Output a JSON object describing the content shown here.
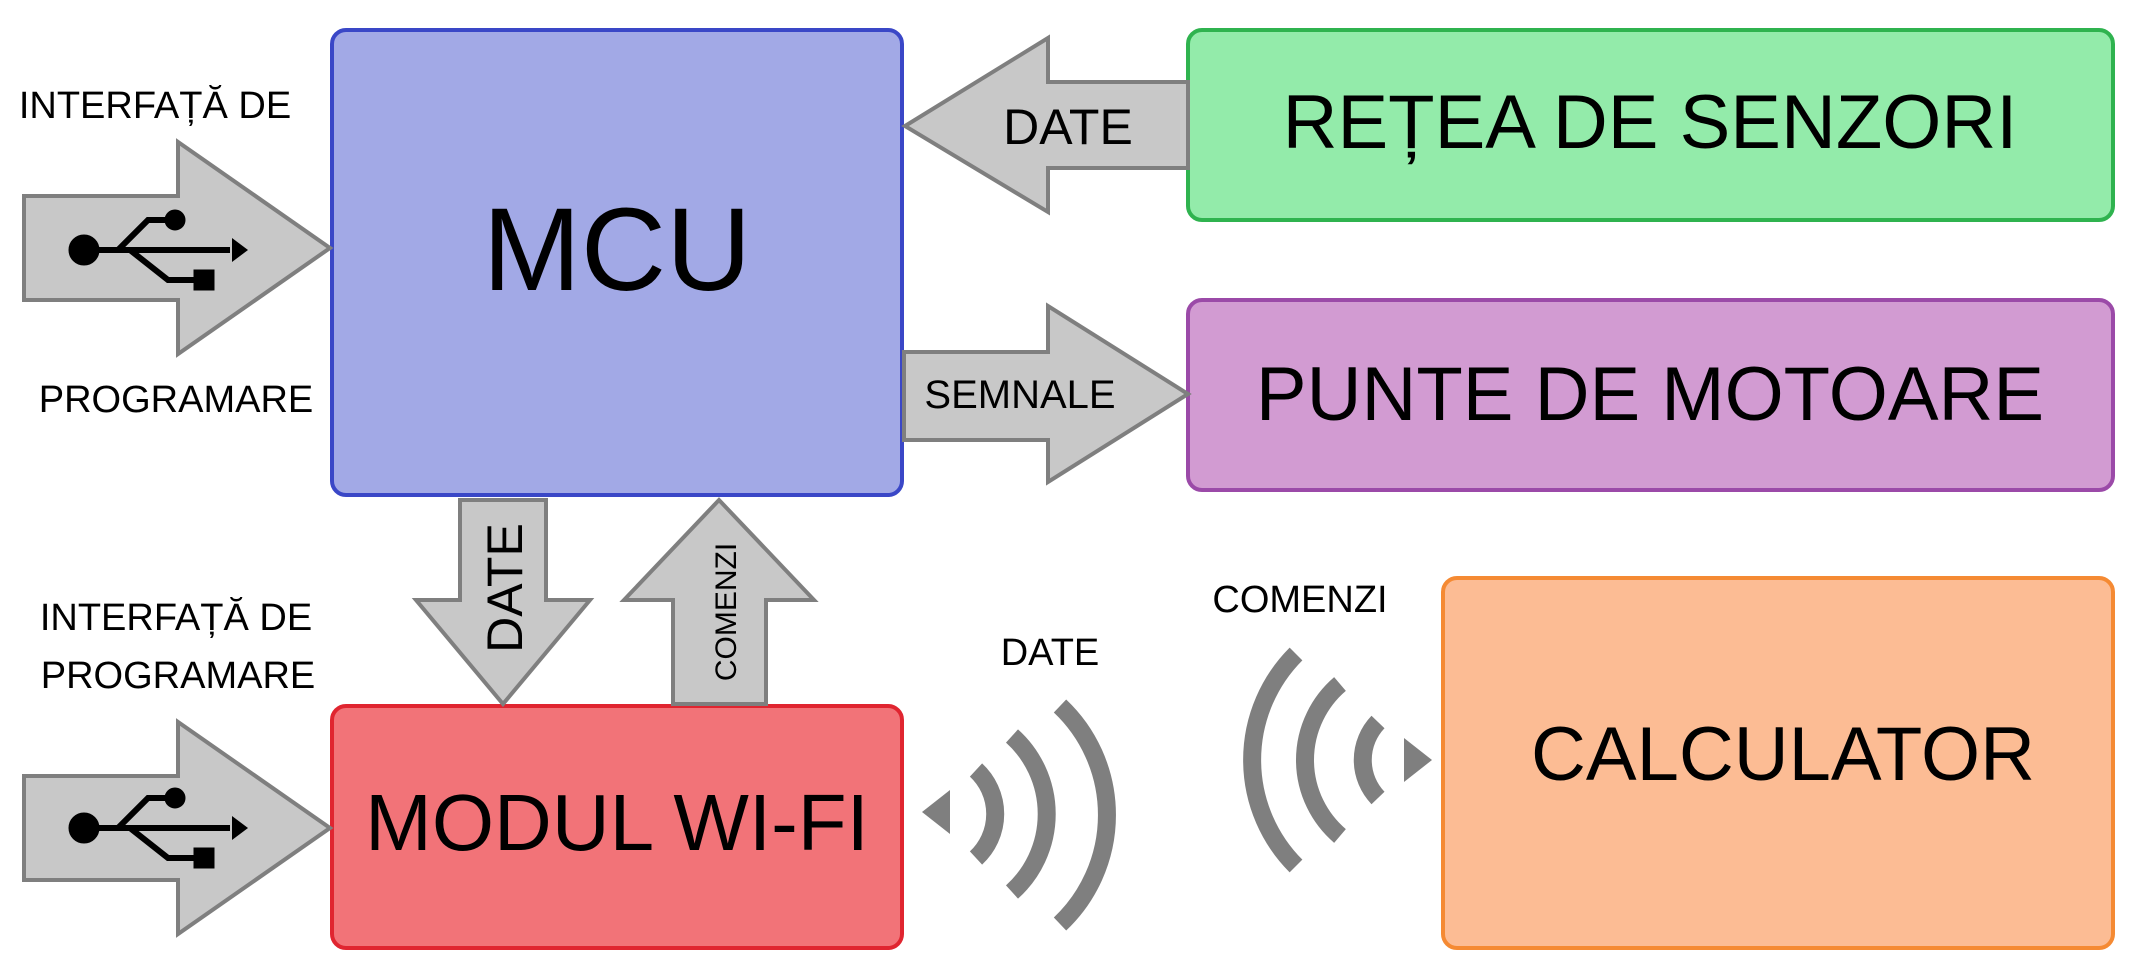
{
  "blocks": {
    "mcu": "MCU",
    "senzori": "REȚEA DE SENZORI",
    "motoare": "PUNTE DE MOTOARE",
    "wifi": "MODUL WI-FI",
    "calculator": "CALCULATOR"
  },
  "arrows": {
    "senzori_to_mcu": "DATE",
    "mcu_to_motoare": "SEMNALE",
    "mcu_to_wifi": "DATE",
    "wifi_to_mcu": "COMENZI"
  },
  "programming_top": {
    "line1": "INTERFAȚĂ DE",
    "line2": "PROGRAMARE"
  },
  "programming_bottom": {
    "line1": "INTERFAȚĂ DE",
    "line2": "PROGRAMARE"
  },
  "wireless": {
    "tx_label": "DATE",
    "rx_label": "COMENZI"
  },
  "colors": {
    "mcu_fill": "#a2a9e6",
    "mcu_stroke": "#3a47c7",
    "senzori_fill": "#93ebaa",
    "senzori_stroke": "#2fb34f",
    "motoare_fill": "#d29bd2",
    "motoare_stroke": "#9b4aa8",
    "wifi_fill": "#f27378",
    "wifi_stroke": "#e02530",
    "calculator_fill": "#fcbc94",
    "calculator_stroke": "#f58a33",
    "arrow_fill": "#c8c8c8",
    "arrow_stroke": "#7f7f7f"
  },
  "icons": [
    "usb-icon",
    "usb-icon",
    "wifi-waves-icon",
    "wifi-waves-icon"
  ]
}
